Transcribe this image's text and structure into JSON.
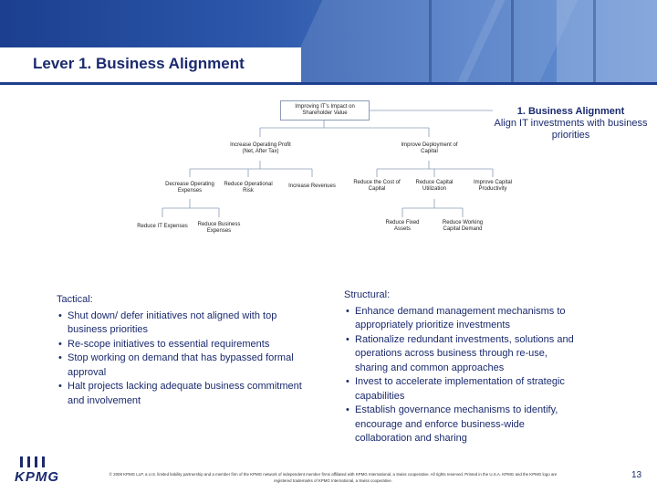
{
  "page": {
    "title": "Lever 1. Business Alignment",
    "page_number": "13",
    "footer": "© 2008 KPMG LLP, a U.S. limited liability partnership and a member firm of the KPMG network of independent member firms affiliated with KPMG International, a Swiss cooperative. All rights reserved. Printed in the U.S.A. KPMG and the KPMG logo are registered trademarks of KPMG International, a Swiss cooperative.",
    "logo": "KPMG",
    "colors": {
      "navy": "#1a2a6e",
      "banner": "#2a55a8",
      "line": "#8a9bb8"
    }
  },
  "tree": {
    "root": "Improving IT’s Impact on Shareholder Value",
    "profit": "Increase Operating Profit (Net, After Tax)",
    "capital": "Improve Deployment of Capital",
    "dec_exp": "Decrease Operating Expenses",
    "red_risk": "Reduce Operational Risk",
    "inc_rev": "Increase Revenues",
    "red_cost": "Reduce the Cost of Capital",
    "red_util": "Reduce Capital Utilization",
    "imp_prod": "Improve Capital Productivity",
    "red_it": "Reduce IT Expenses",
    "red_bus": "Reduce Business Expenses",
    "red_fixed": "Reduce Fixed Assets",
    "red_wc": "Reduce Working Capital Demand"
  },
  "legend": {
    "title": "1. Business Alignment",
    "subtitle": "Align IT investments with business priorities"
  },
  "tactical": {
    "heading": "Tactical:",
    "items": [
      "Shut down/ defer initiatives not aligned with top business priorities",
      "Re-scope initiatives to essential requirements",
      "Stop working on demand that has bypassed formal approval",
      "Halt projects lacking adequate business commitment and involvement"
    ]
  },
  "structural": {
    "heading": "Structural:",
    "items": [
      "Enhance demand management mechanisms to appropriately prioritize investments",
      "Rationalize redundant investments, solutions and operations across business through re-use, sharing and common approaches",
      "Invest to accelerate implementation of strategic capabilities",
      "Establish governance mechanisms to identify, encourage and enforce business-wide collaboration and sharing"
    ]
  }
}
